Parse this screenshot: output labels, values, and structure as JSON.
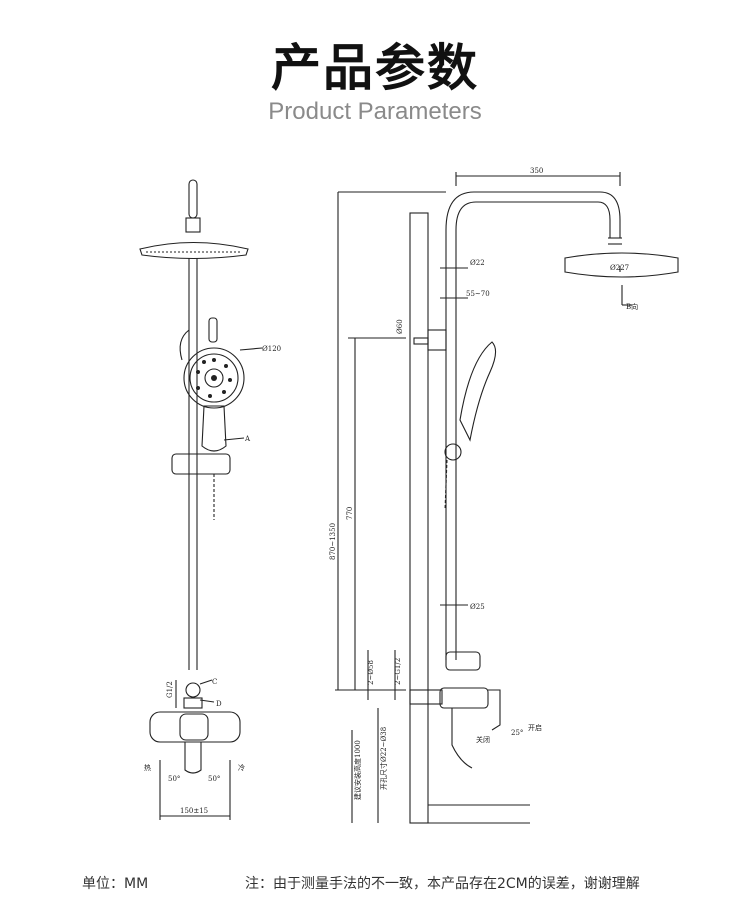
{
  "header": {
    "title": "产品参数",
    "subtitle": "Product Parameters"
  },
  "drawing": {
    "front": {
      "dia_120": "Ø120",
      "label_a": "A",
      "label_c": "C",
      "label_d": "D",
      "g12": "G1/2",
      "hot": "热",
      "cold": "冷",
      "angle_left": "50°",
      "angle_right": "50°",
      "width": "150±15"
    },
    "side": {
      "top_width": "350",
      "dia_22": "Ø22",
      "dia_227": "Ø227",
      "b_dir": "B向",
      "range_55_70": "55~70",
      "dia_60": "Ø60",
      "height_870_1350": "870~1350",
      "height_770": "770",
      "dia_25": "Ø25",
      "two_dia_58": "2~Ø58",
      "two_g12": "2~G1/2",
      "install_height": "建议安装高度1000",
      "hole_size": "开孔尺寸Ø22~Ø38",
      "close": "关闭",
      "angle_25": "25°",
      "open": "开启"
    }
  },
  "footer": {
    "unit": "单位：MM",
    "note": "注：由于测量手法的不一致，本产品存在2CM的误差，谢谢理解"
  }
}
